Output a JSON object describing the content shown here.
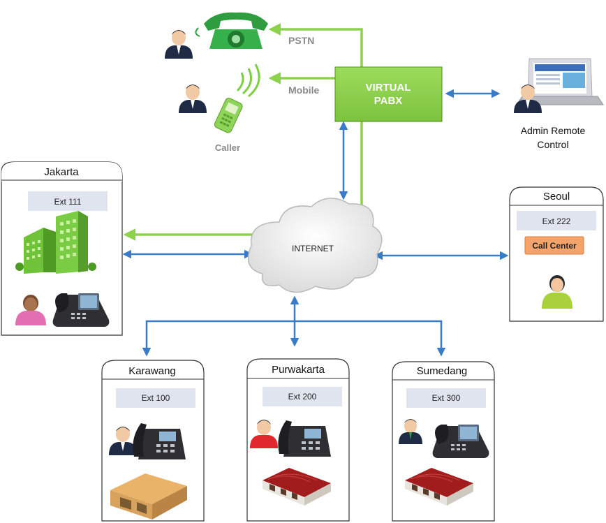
{
  "pabx": {
    "line1": "VIRTUAL",
    "line2": "PABX"
  },
  "links": {
    "pstn": "PSTN",
    "mobile": "Mobile"
  },
  "caller": "Caller",
  "admin": {
    "line1": "Admin Remote",
    "line2": "Control"
  },
  "internet": "INTERNET",
  "sites": {
    "jakarta": {
      "name": "Jakarta",
      "ext": "Ext 111"
    },
    "seoul": {
      "name": "Seoul",
      "ext": "Ext 222",
      "badge": "Call Center"
    },
    "karawang": {
      "name": "Karawang",
      "ext": "Ext 100"
    },
    "purwakarta": {
      "name": "Purwakarta",
      "ext": "Ext 200"
    },
    "sumedang": {
      "name": "Sumedang",
      "ext": "Ext 300"
    }
  },
  "colors": {
    "green": "#8dd14d",
    "green_dark": "#5a9e2a",
    "blue": "#3a7bc8",
    "ext_bg": "#dfe4ee",
    "callcenter": "#f4a46a"
  },
  "icons": [
    "person-icon",
    "phone-icon",
    "mobile-phone-icon",
    "laptop-icon",
    "building-icon",
    "ip-phone-icon",
    "warehouse-icon",
    "cloud-icon"
  ]
}
